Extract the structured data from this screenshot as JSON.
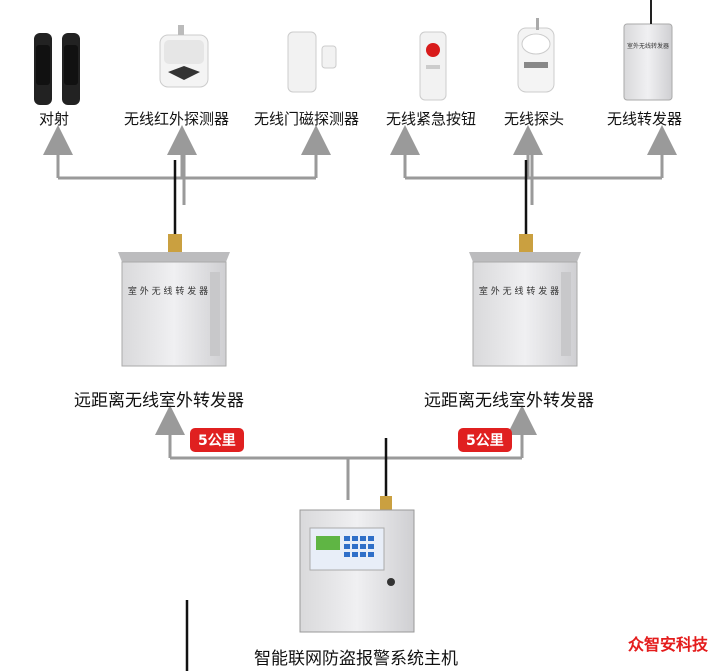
{
  "top_devices": [
    {
      "label": "对射"
    },
    {
      "label": "无线红外探测器"
    },
    {
      "label": "无线门磁探测器"
    },
    {
      "label": "无线紧急按钮"
    },
    {
      "label": "无线探头"
    },
    {
      "label": "无线转发器"
    }
  ],
  "relays": [
    {
      "label": "远距离无线室外转发器",
      "panel_text": "室 外 无 线 转 发 器"
    },
    {
      "label": "远距离无线室外转发器",
      "panel_text": "室 外 无 线 转 发 器"
    }
  ],
  "device_panel_text": "室外无线转发器",
  "distances": [
    "5公里",
    "5公里"
  ],
  "main_unit": {
    "label": "智能联网防盗报警系统主机"
  },
  "brand": "众智安科技",
  "colors": {
    "arrow": "#9a9a9a",
    "badge": "#e02020",
    "brand": "#e41c1c"
  }
}
